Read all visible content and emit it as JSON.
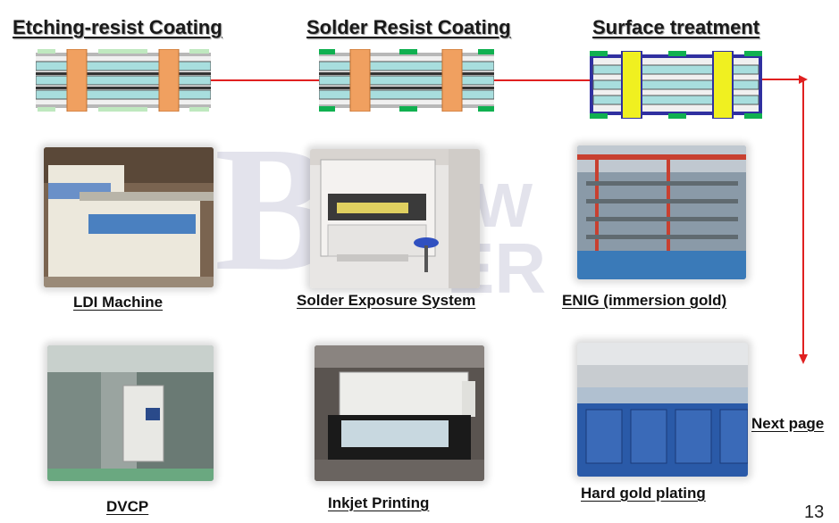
{
  "headings": {
    "etching": "Etching-resist Coating",
    "solder": "Solder Resist Coating",
    "surface": "Surface treatment"
  },
  "captions": {
    "ldi": "LDI Machine",
    "solder_exposure": "Solder Exposure System",
    "enig": "ENIG (immersion gold)",
    "dvcp": "DVCP",
    "inkjet": "Inkjet Printing",
    "hard_gold": "Hard gold plating"
  },
  "next_page": "Next page",
  "page_number": "13",
  "watermark": {
    "logo": "B",
    "word1": "W",
    "word2": "ER"
  },
  "colors": {
    "flow_arrow": "#e02020",
    "copper": "#f0a060",
    "laminate": "#a8dede",
    "solder_mask": "#10b050",
    "gold": "#f0f020"
  }
}
